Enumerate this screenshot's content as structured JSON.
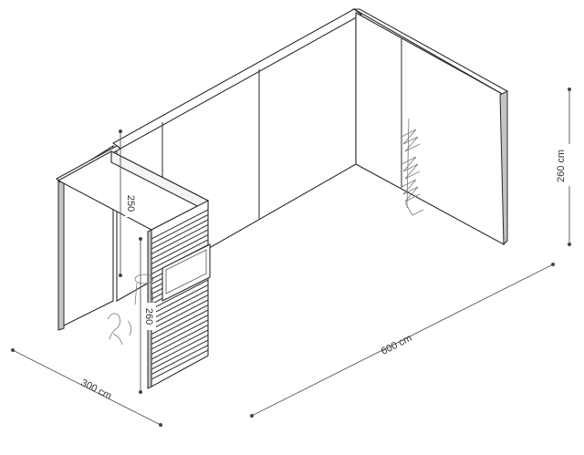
{
  "dimensions": {
    "width_label": "600 cm",
    "depth_label": "300 cm",
    "wall_height_label": "260 cm",
    "counter_height_label": "250",
    "column_height_label": "260"
  }
}
